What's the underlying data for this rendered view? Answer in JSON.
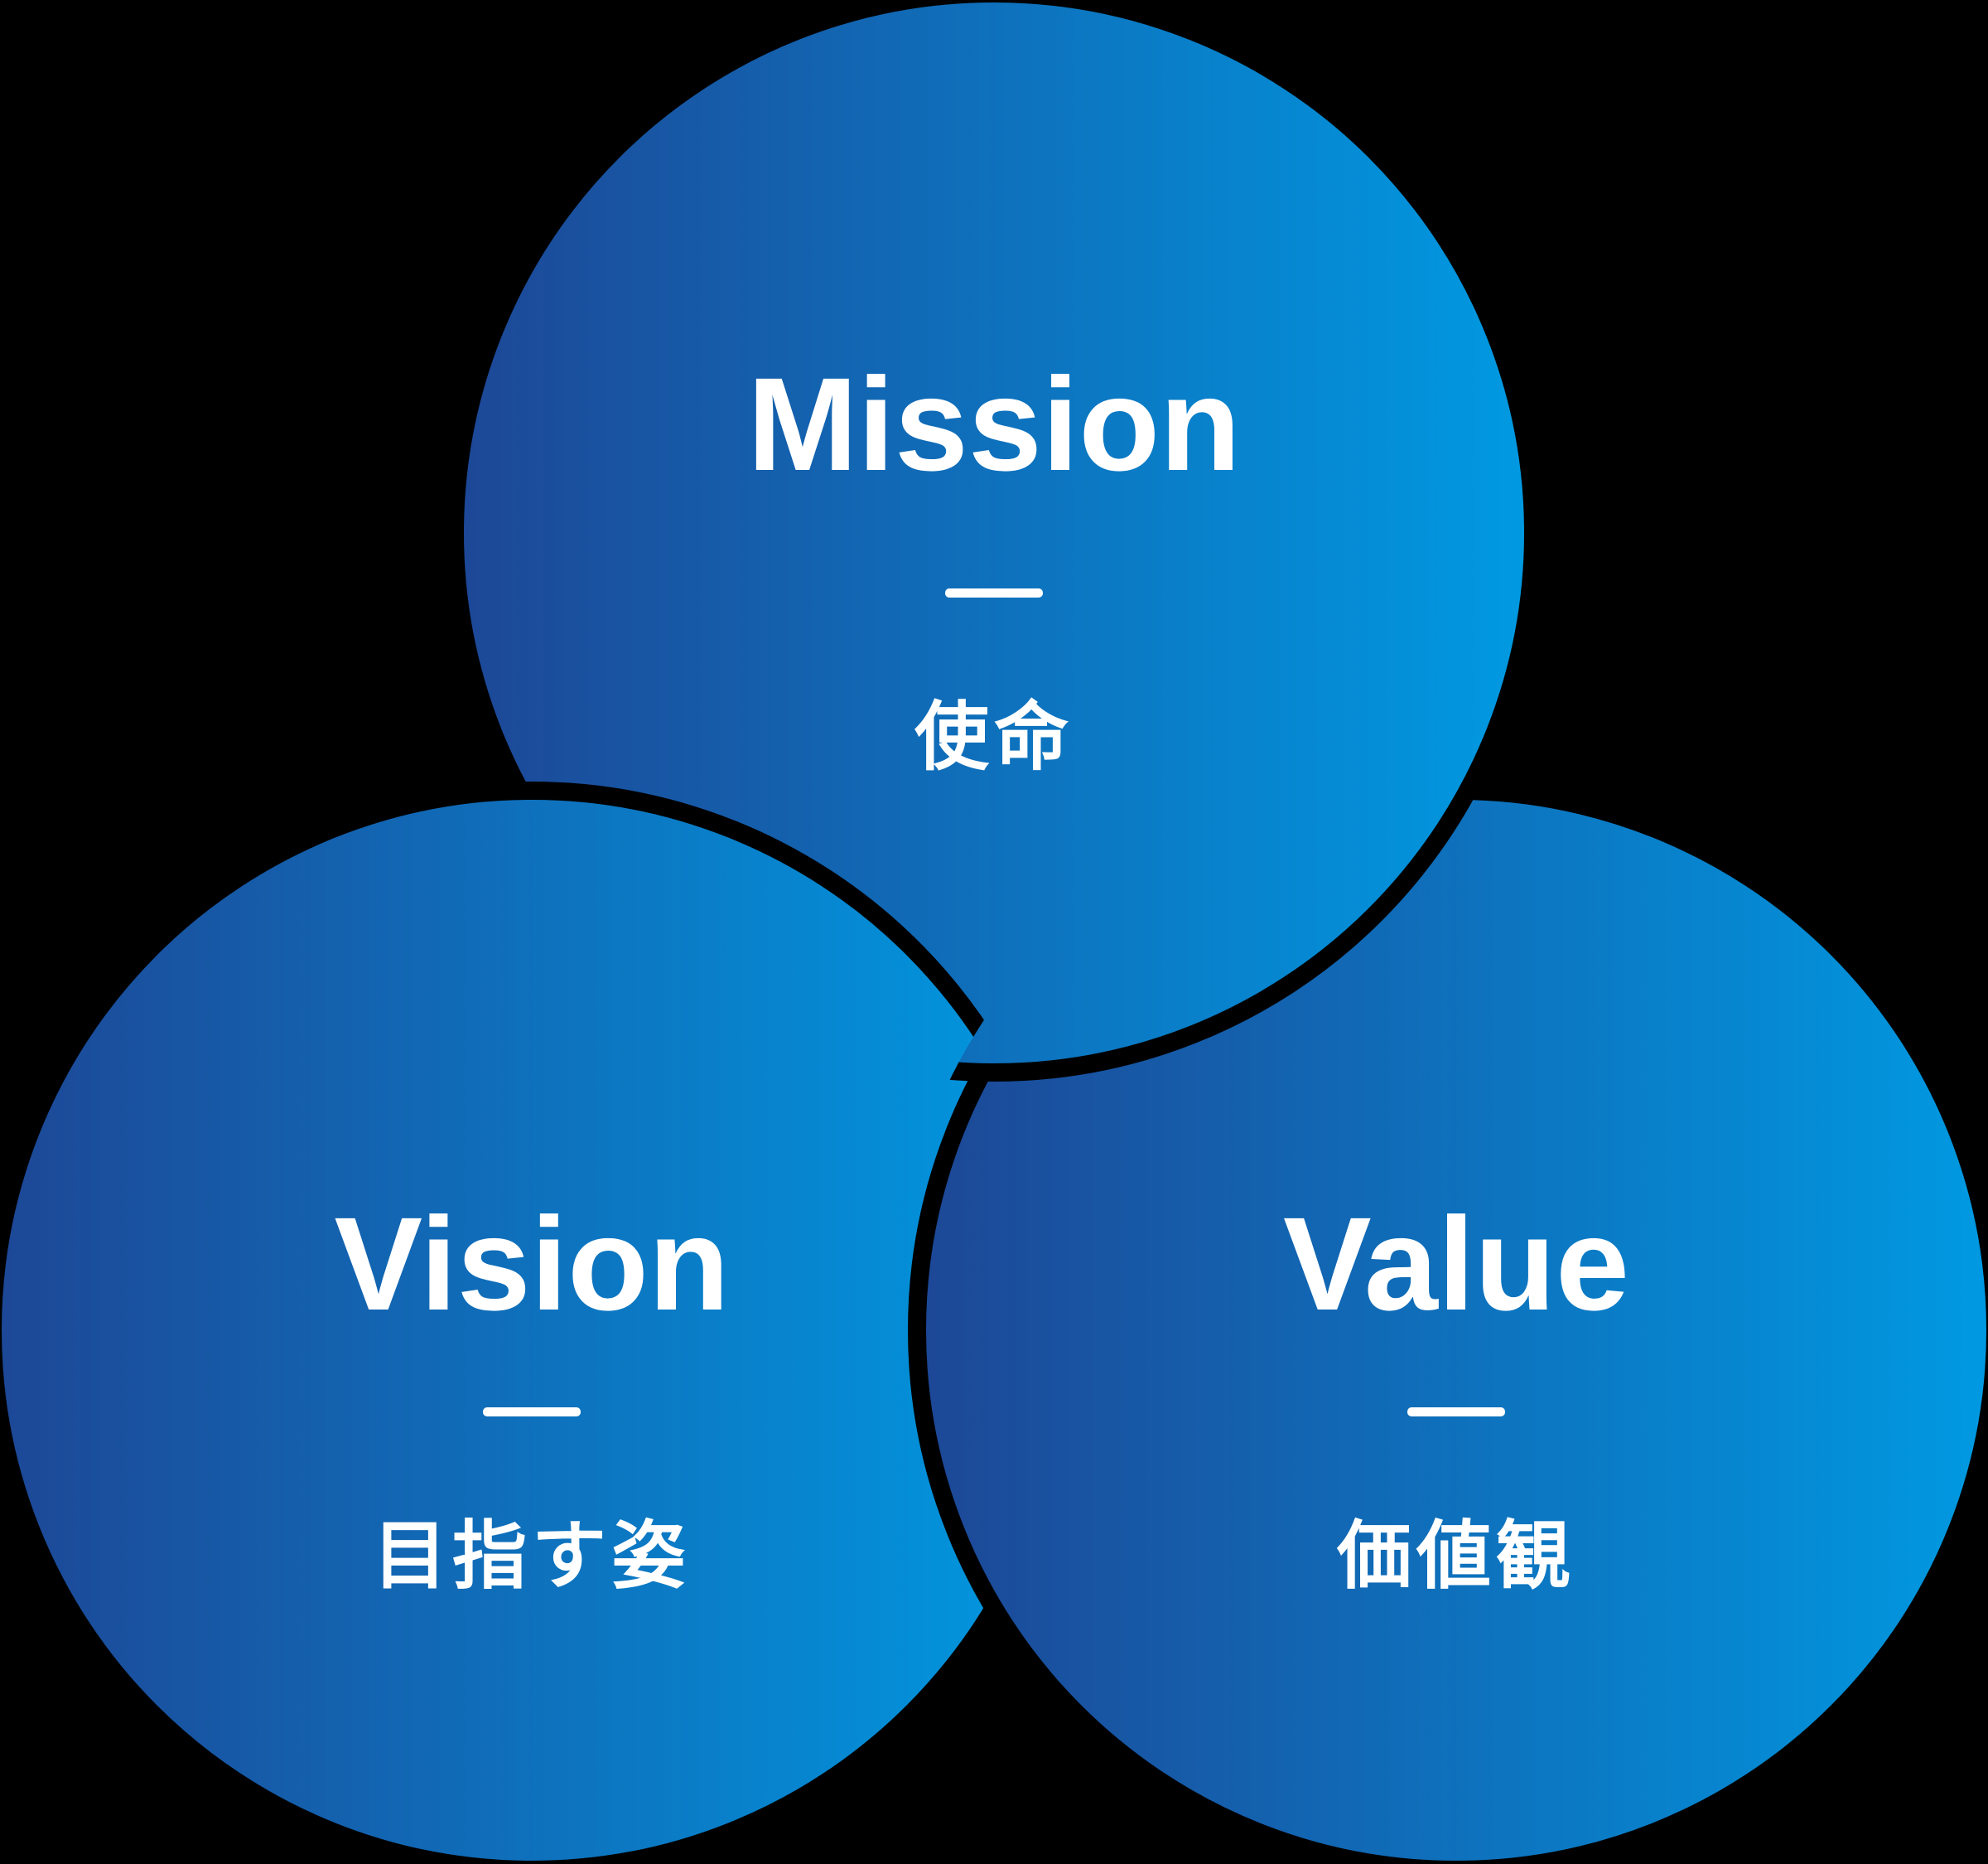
{
  "diagram": {
    "background_color": "#000000",
    "text_color": "#ffffff",
    "divider_color": "#ffffff",
    "gradient": {
      "start": "#1d4796",
      "end": "#009ae2"
    },
    "circles": [
      {
        "id": "mission",
        "title": "Mission",
        "subtitle": "使命"
      },
      {
        "id": "vision",
        "title": "Vision",
        "subtitle": "目指す姿"
      },
      {
        "id": "value",
        "title": "Value",
        "subtitle": "価値観"
      }
    ]
  }
}
